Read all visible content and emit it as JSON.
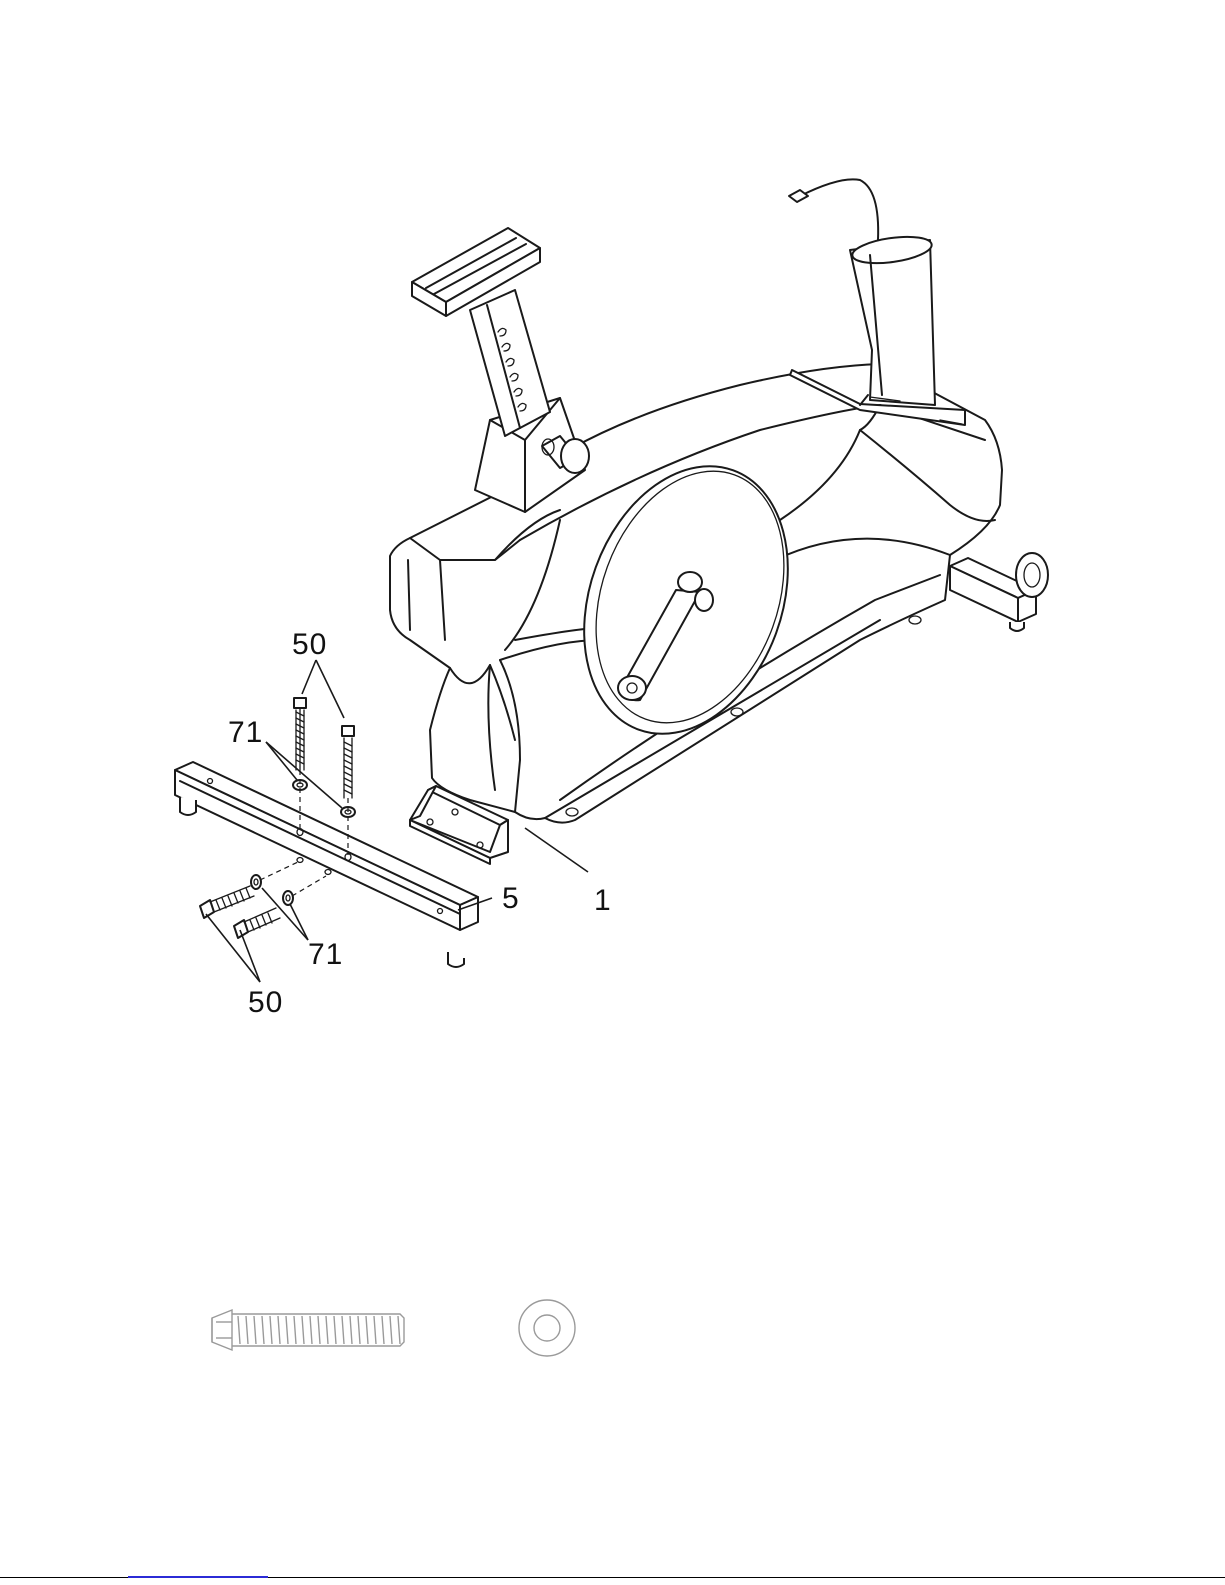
{
  "figure": {
    "callouts": {
      "c50_top": "50",
      "c71_top": "71",
      "c5": "5",
      "c1": "1",
      "c71_bottom": "71",
      "c50_bottom": "50"
    }
  },
  "colors": {
    "line": "#1a1a1a",
    "hardware_outline": "#9a9a9a",
    "footer_link": "#2b2bd6"
  }
}
